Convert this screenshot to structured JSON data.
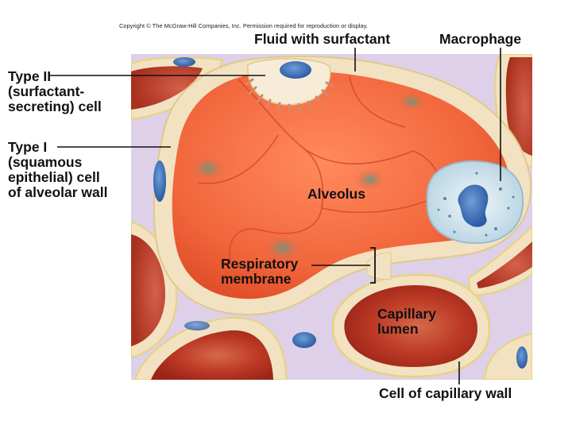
{
  "copyright": "Copyright © The McGraw-Hill Companies, Inc. Permission required for reproduction or display.",
  "labels": {
    "fluid_with_surfactant": "Fluid with surfactant",
    "macrophage": "Macrophage",
    "type2_line1": "Type II",
    "type2_line2": "(surfactant-",
    "type2_line3": "secreting) cell",
    "type1_line1": "Type I",
    "type1_line2": "(squamous",
    "type1_line3": "epithelial) cell",
    "type1_line4": "of alveolar wall",
    "alveolus": "Alveolus",
    "respiratory_line1": "Respiratory",
    "respiratory_line2": "membrane",
    "capillary_line1": "Capillary",
    "capillary_line2": "lumen",
    "capillary_wall": "Cell of capillary wall"
  },
  "colors": {
    "interstitium": "#ddd0e8",
    "wall": "#f2e2c2",
    "alveolus": "#f06a40",
    "capillary": "#b83222",
    "cell_border": "#e8d37a",
    "nucleus": "#3a6fb8",
    "macrophage": "#d6e6ee"
  }
}
